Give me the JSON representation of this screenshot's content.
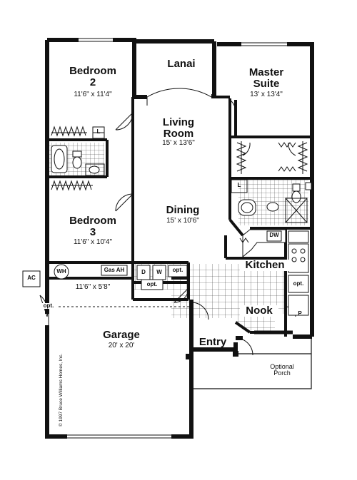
{
  "rooms": {
    "bedroom2": {
      "name": "Bedroom",
      "num": "2",
      "dim": "11'6\" x 11'4\""
    },
    "lanai": {
      "name": "Lanai"
    },
    "master": {
      "name": "Master",
      "name2": "Suite",
      "dim": "13' x 13'4\""
    },
    "living": {
      "name": "Living",
      "name2": "Room",
      "dim": "15' x 13'6\""
    },
    "dining": {
      "name": "Dining",
      "dim": "15' x 10'6\""
    },
    "bedroom3": {
      "name": "Bedroom",
      "num": "3",
      "dim": "11'6\" x 10'4\""
    },
    "kitchen": {
      "name": "Kitchen"
    },
    "nook": {
      "name": "Nook"
    },
    "garage": {
      "name": "Garage",
      "dim": "20' x 20'"
    },
    "entry": {
      "name": "Entry"
    },
    "porch": {
      "name": "Optional",
      "name2": "Porch"
    },
    "laundry": {
      "dim": "11'6\" x 5'8\""
    }
  },
  "fixtures": {
    "wh": "WH",
    "gas_ah": "Gas AH",
    "dryer": "D",
    "washer": "W",
    "opt": "opt.",
    "ac": "AC",
    "dw": "DW",
    "linen": "L",
    "pantry": "P"
  },
  "copyright": "© 1997 Bruce Williams Homes, Inc."
}
